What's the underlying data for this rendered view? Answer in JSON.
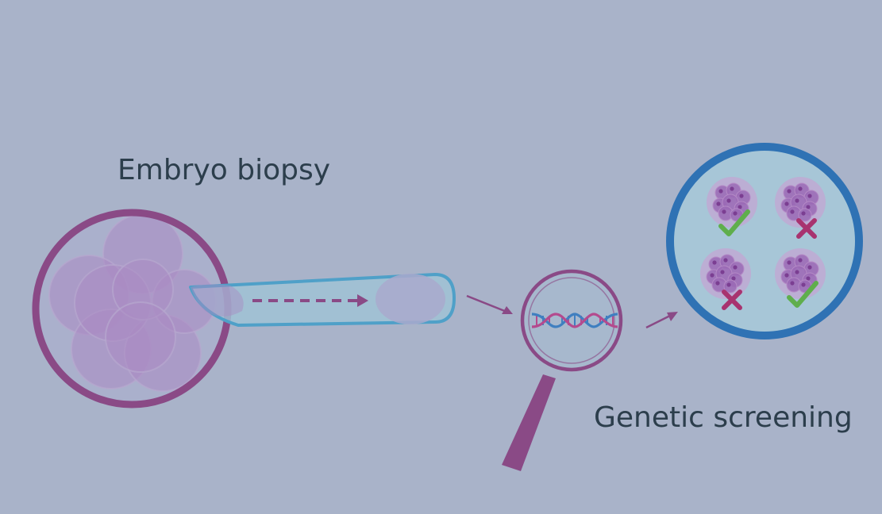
{
  "labels": {
    "biopsy": "Embryo biopsy",
    "screening": "Genetic screening"
  },
  "colors": {
    "background": "#a9b3c9",
    "label_text": "#2c3e4c",
    "embryo_ring": "#8a4a86",
    "cell_fill": "#a98ac2",
    "pipette_fill": "#9fc3d6",
    "pipette_stroke": "#4fa0c8",
    "arrow": "#8a4a86",
    "magnifier": "#8a4a86",
    "dna_blue": "#3f7fc0",
    "dna_pink": "#b44a8e",
    "results_ring": "#2f72b4",
    "results_fill": "#a7c6d7",
    "check": "#5fae4c",
    "cross": "#a8336f"
  },
  "icons": {
    "pass": "checkmark-icon",
    "fail": "cross-icon",
    "magnifier": "magnifying-glass-icon",
    "dna": "dna-helix-icon"
  },
  "results": [
    {
      "position": "top-left",
      "status": "pass"
    },
    {
      "position": "top-right",
      "status": "fail"
    },
    {
      "position": "bottom-left",
      "status": "fail"
    },
    {
      "position": "bottom-right",
      "status": "pass"
    }
  ]
}
